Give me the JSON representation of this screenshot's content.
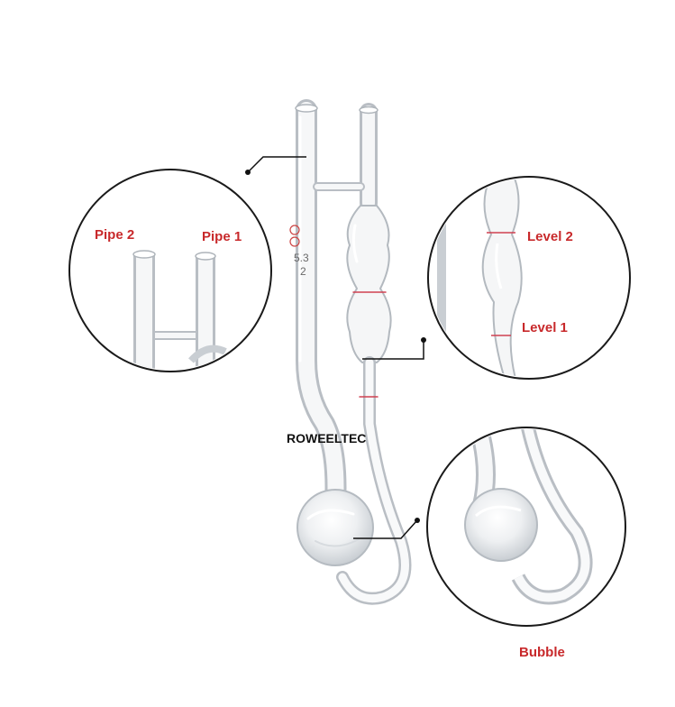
{
  "image": {
    "brand": "ROWEELTEC",
    "callouts": {
      "pipe_2": "Pipe 2",
      "pipe_1": "Pipe 1",
      "level_2": "Level 2",
      "level_1": "Level 1",
      "bubble": "Bubble"
    },
    "etching": {
      "line_1": "5.3",
      "line_2": "2"
    },
    "colors": {
      "label": "#c8292b",
      "glass_edge": "#b9bec4",
      "mark": "#d04050",
      "leader": "#111111"
    }
  }
}
